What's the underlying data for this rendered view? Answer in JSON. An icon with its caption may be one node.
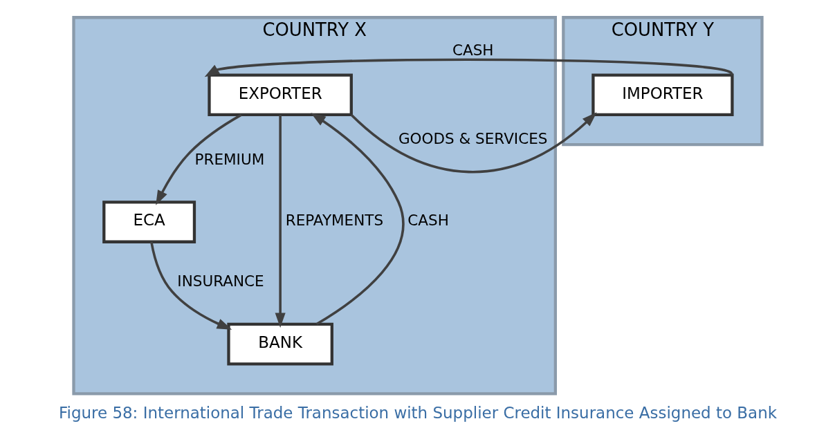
{
  "diagram": {
    "caption": "Figure 58: International Trade Transaction with Supplier Credit Insurance Assigned to Bank",
    "nodes": [
      {
        "text": [
          "COUNTRY X"
        ]
      },
      {
        "text": [
          "EXPORTER"
        ],
        "in": 0
      },
      {
        "text": [
          "ECA"
        ],
        "in": 0
      },
      {
        "text": [
          "BANK"
        ],
        "in": 0
      },
      {
        "text": [
          "COUNTRY Y"
        ]
      },
      {
        "text": [
          "IMPORTER"
        ],
        "in": 4
      }
    ],
    "edges": [
      {
        "from": 5,
        "to": 1,
        "arrow": "to",
        "label": "CASH"
      },
      {
        "from": 1,
        "to": 5,
        "arrow": "to",
        "label": "GOODS & SERVICES"
      },
      {
        "from": 1,
        "to": 2,
        "arrow": "to",
        "label": "PREMIUM"
      },
      {
        "from": 1,
        "to": 3,
        "arrow": "to",
        "label": "REPAYMENTS"
      },
      {
        "from": 3,
        "to": 1,
        "arrow": "to",
        "label": "CASH"
      },
      {
        "from": 2,
        "to": 3,
        "arrow": "to",
        "label": "INSURANCE"
      }
    ]
  }
}
